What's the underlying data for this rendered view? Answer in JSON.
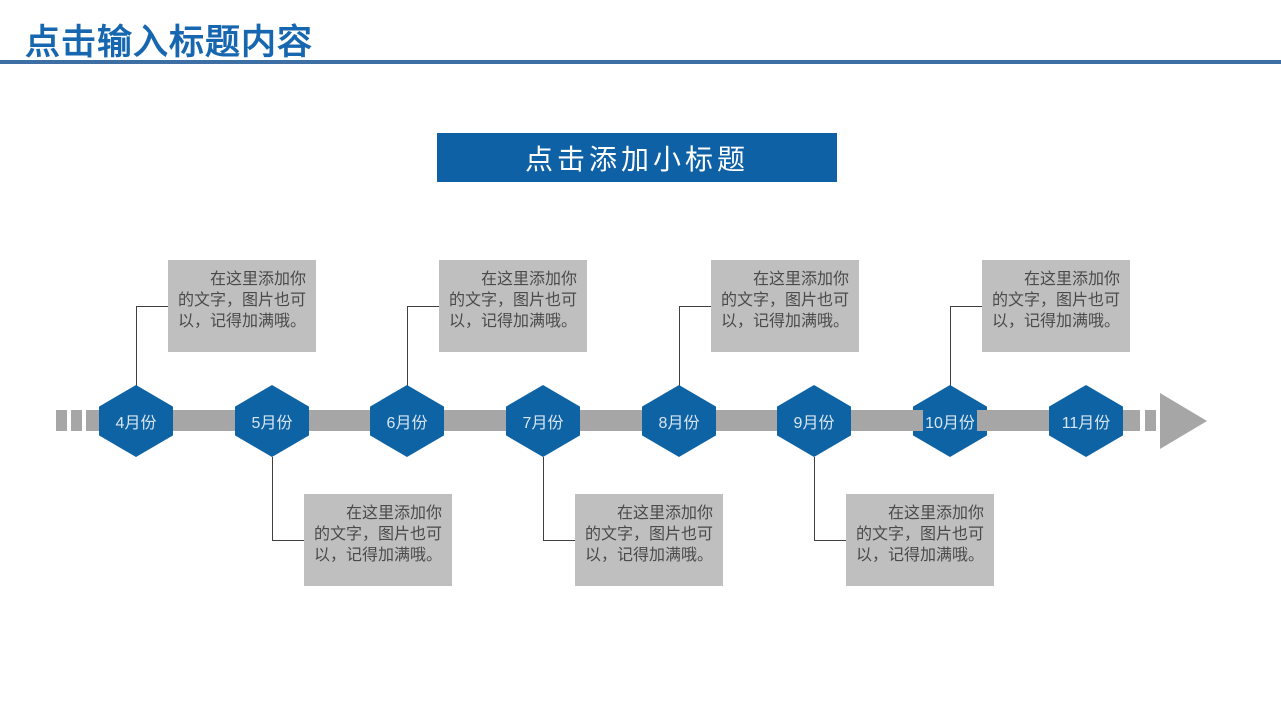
{
  "slide": {
    "title": "点击输入标题内容",
    "subtitle": "点击添加小标题"
  },
  "timeline": {
    "items": [
      {
        "label": "4月份",
        "callout_side": "top",
        "callout": "在这里添加你的文字，图片也可以，记得加满哦。"
      },
      {
        "label": "5月份",
        "callout_side": "bottom",
        "callout": "在这里添加你的文字，图片也可以，记得加满哦。"
      },
      {
        "label": "6月份",
        "callout_side": "top",
        "callout": "在这里添加你的文字，图片也可以，记得加满哦。"
      },
      {
        "label": "7月份",
        "callout_side": "bottom",
        "callout": "在这里添加你的文字，图片也可以，记得加满哦。"
      },
      {
        "label": "8月份",
        "callout_side": "top",
        "callout": "在这里添加你的文字，图片也可以，记得加满哦。"
      },
      {
        "label": "9月份",
        "callout_side": "bottom",
        "callout": "在这里添加你的文字，图片也可以，记得加满哦。"
      },
      {
        "label": "10月份",
        "callout_side": "top",
        "callout": "在这里添加你的文字，图片也可以，记得加满哦。",
        "label_chip": true
      },
      {
        "label": "11月份",
        "callout_side": "none",
        "callout": ""
      }
    ]
  },
  "colors": {
    "title_blue": "#1767b0",
    "banner_blue": "#0f61a6",
    "hexagon_blue": "#0e63a4",
    "timeline_gray": "#a6a6a6",
    "callout_gray": "#bfbfbf",
    "callout_text_gray": "#4a4a4a"
  }
}
